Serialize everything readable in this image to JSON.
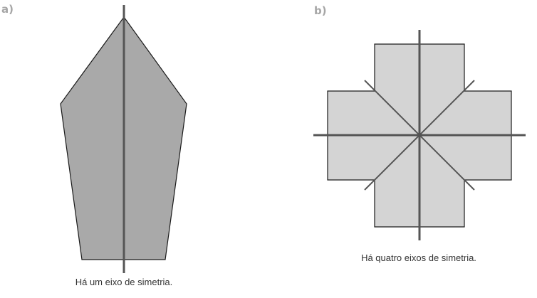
{
  "figure_a": {
    "label": "a)",
    "caption": "Há um eixo de simetria.",
    "shape": "pentagon",
    "symmetry_axes": 1,
    "fill_color": "#a9a9a9",
    "axis_color": "#555555"
  },
  "figure_b": {
    "label": "b)",
    "caption": "Há quatro eixos de simetria.",
    "shape": "cross",
    "symmetry_axes": 4,
    "fill_color": "#d4d4d4",
    "axis_color": "#555555"
  }
}
